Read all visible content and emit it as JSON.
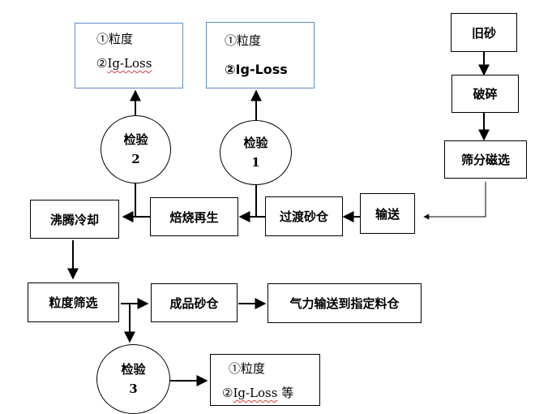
{
  "nodes": {
    "old_sand": "旧砂",
    "crushing": "破碎",
    "screening_magnetic": "筛分磁选",
    "conveying": "输送",
    "transition_silo": "过渡砂仓",
    "roasting": "焙烧再生",
    "boiling_cooling": "沸腾冷却",
    "grain_screening": "粒度筛选",
    "finished_silo": "成品砂仓",
    "pneumatic_transport": "气力输送到指定料仓"
  },
  "inspections": {
    "insp1": {
      "label": "检验",
      "number": "1"
    },
    "insp2": {
      "label": "检验",
      "number": "2"
    },
    "insp3": {
      "label": "检验",
      "number": "3"
    }
  },
  "info_boxes": {
    "box1": {
      "line1": "①粒度",
      "line2_prefix": "②",
      "line2_term": "Ig-Loss"
    },
    "box2": {
      "line1": "①粒度",
      "line2": "②Ig-Loss"
    },
    "box3": {
      "line1": "①粒度",
      "line2_prefix": "②",
      "line2_term": "Ig-Loss",
      "line2_suffix": " 等"
    }
  }
}
